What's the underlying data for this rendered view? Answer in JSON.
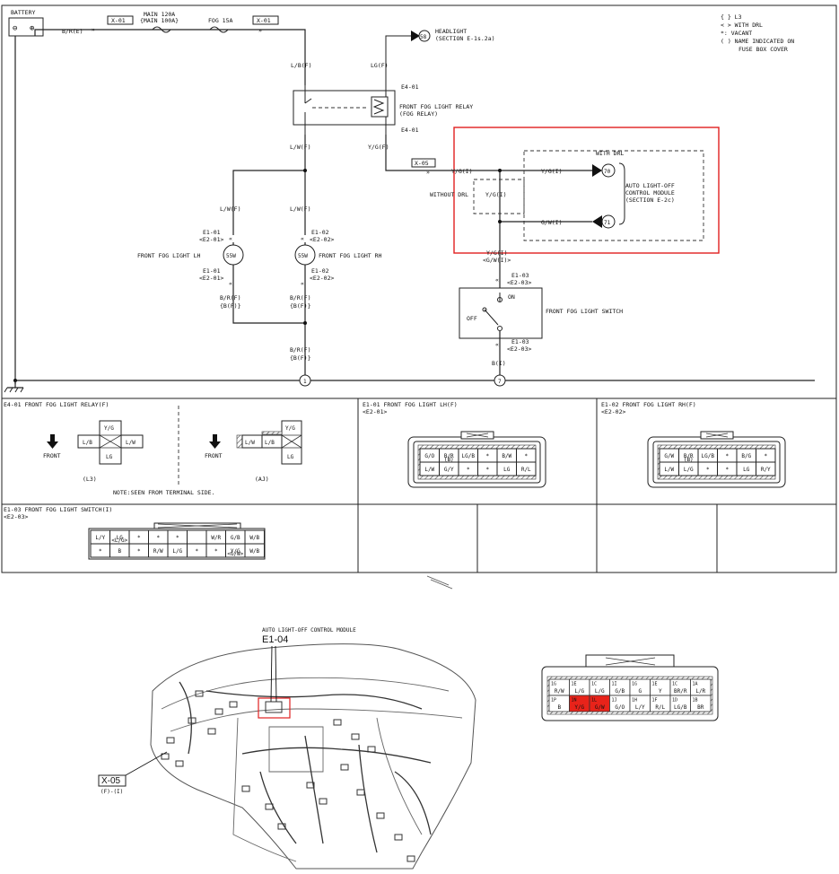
{
  "schematic": {
    "battery": "BATTERY",
    "battery_minus": "⊖",
    "battery_plus": "⊕",
    "wire_br_e": "B/R(E)",
    "conn_x01_a": "X-01",
    "main_fuse": "MAIN 120A",
    "main_fuse_alt": "{MAIN 100A}",
    "fog_fuse": "FOG 15A",
    "conn_x01_b": "X-01",
    "headlight_num": "58",
    "headlight_label": "HEADLIGHT",
    "headlight_section": "(SECTION E-1s.2a)",
    "legend_l3": "{ } L3",
    "legend_drl": "< > WITH DRL",
    "legend_vacant": "*: VACANT",
    "legend_name": "( ) NAME INDICATED ON",
    "legend_name2": "FUSE BOX COVER",
    "wire_lb_f": "L/B(F)",
    "wire_lg_f": "LG(F)",
    "e4_01_top": "E4-01",
    "e4_01_bot": "E4-01",
    "relay_label": "FRONT FOG LIGHT RELAY",
    "relay_label2": "(FOG RELAY)",
    "wire_lw_f": "L/W(F)",
    "wire_yg_f": "Y/G(F)",
    "conn_x05": "X-05",
    "wire_yg_i": "Y/G(I)",
    "without_drl": "WITHOUT DRL",
    "wire_yg_i2": "Y/G(I)",
    "with_drl": "WITH DRL",
    "wire_yg_i3": "Y/G(I)",
    "num_70": "70",
    "wire_gw_i": "G/W(I)",
    "num_71": "71",
    "module_label": "AUTO LIGHT-OFF",
    "module_label2": "CONTROL MODULE",
    "module_label3": "(SECTION E-2c)",
    "wire_lw_f_left": "L/W(F)",
    "wire_lw_f_right": "L/W(F)",
    "e1_01_a": "E1-01",
    "e2_01_a": "<E2-01>",
    "e1_02_a": "E1-02",
    "e2_02_a": "<E2-02>",
    "fog_lh": "FRONT FOG LIGHT LH",
    "fog_rh": "FRONT FOG LIGHT RH",
    "bulb_lh": "55W",
    "bulb_rh": "55W",
    "e1_01_b": "E1-01",
    "e2_01_b": "<E2-01>",
    "e1_02_b": "E1-02",
    "e2_02_b": "<E2-02>",
    "wire_br_f_l": "B/R(F)",
    "wire_b_f_l": "{B(F)}",
    "wire_br_f_r": "B/R(F)",
    "wire_b_f_r": "{B(F)}",
    "wire_yg_i4": "Y/G(I)",
    "wire_gw_i2": "<G/W(I)>",
    "e1_03_a": "E1-03",
    "e2_03_a": "<E2-03>",
    "sw_on": "ON",
    "sw_off": "OFF",
    "switch_label": "FRONT FOG LIGHT SWITCH",
    "e1_03_b": "E1-03",
    "e2_03_b": "<E2-03>",
    "wire_br_f_c": "B/R(F)",
    "wire_b_f_c": "{B(F)}",
    "wire_b_i": "B(I)",
    "ground_1": "1",
    "ground_7": "7"
  },
  "panels": {
    "relay_title": "E4-01 FRONT FOG LIGHT RELAY(F)",
    "relay_front_a": "FRONT",
    "relay_front_b": "FRONT",
    "relay_l3": "(L3)",
    "relay_aj": "(AJ)",
    "relay_note": "NOTE:SEEN FROM TERMINAL SIDE.",
    "relay_l3_pins": [
      "Y/G",
      "L/B",
      "L/W",
      "LG"
    ],
    "relay_aj_pins": [
      "Y/G",
      "L/W",
      "L/B",
      "LG"
    ],
    "lh_title": "E1-01 FRONT FOG LIGHT LH(F)",
    "lh_sub": "<E2-01>",
    "lh_top": [
      "G/O",
      "B/R",
      "LG/B",
      "*",
      "B/W",
      "*"
    ],
    "lh_top_sub": "(B)",
    "lh_bot": [
      "L/W",
      "G/Y",
      "*",
      "*",
      "LG",
      "R/L"
    ],
    "rh_title": "E1-02 FRONT FOG LIGHT RH(F)",
    "rh_sub": "<E2-02>",
    "rh_top": [
      "G/W",
      "B/R",
      "LG/B",
      "*",
      "B/G",
      "*"
    ],
    "rh_top_sub": "(B)",
    "rh_bot": [
      "L/W",
      "L/G",
      "*",
      "*",
      "LG",
      "R/Y"
    ],
    "sw_title": "E1-03 FRONT FOG LIGHT SWITCH(I)",
    "sw_sub": "<E2-03>",
    "sw_top": [
      "L/Y",
      "LG",
      "*",
      "*",
      "*",
      "",
      "W/R",
      "G/B",
      "W/B"
    ],
    "sw_top_sub": "<L/G>",
    "sw_bot": [
      "*",
      "B",
      "*",
      "R/W",
      "L/G",
      "*",
      "*",
      "Y/G",
      "W/B"
    ],
    "sw_bot_sub": "<G/W>"
  },
  "location": {
    "module_caption": "AUTO LIGHT-OFF CONTROL MODULE",
    "connector_id": "E1-04",
    "x05_label": "X-05",
    "x05_sub": "(F)-(I)"
  },
  "module_connector": {
    "top": [
      {
        "pin": "1G",
        "wire": "R/W"
      },
      {
        "pin": "1E",
        "wire": "L/G"
      },
      {
        "pin": "1C",
        "wire": "L/G"
      },
      {
        "pin": "1I",
        "wire": "G/B"
      },
      {
        "pin": "1G",
        "wire": "G"
      },
      {
        "pin": "1E",
        "wire": "Y"
      },
      {
        "pin": "1C",
        "wire": "BR/R"
      },
      {
        "pin": "1A",
        "wire": "L/R"
      }
    ],
    "bottom": [
      {
        "pin": "1P",
        "wire": "B"
      },
      {
        "pin": "1N",
        "wire": "Y/G"
      },
      {
        "pin": "1L",
        "wire": "G/W"
      },
      {
        "pin": "1J",
        "wire": "G/O"
      },
      {
        "pin": "1H",
        "wire": "L/Y"
      },
      {
        "pin": "1F",
        "wire": "R/L"
      },
      {
        "pin": "1D",
        "wire": "LG/B"
      },
      {
        "pin": "1B",
        "wire": "BR"
      }
    ],
    "highlight_color": "#e8231a"
  },
  "colors": {
    "highlight_box": "#e02020",
    "ink": "#111111"
  }
}
